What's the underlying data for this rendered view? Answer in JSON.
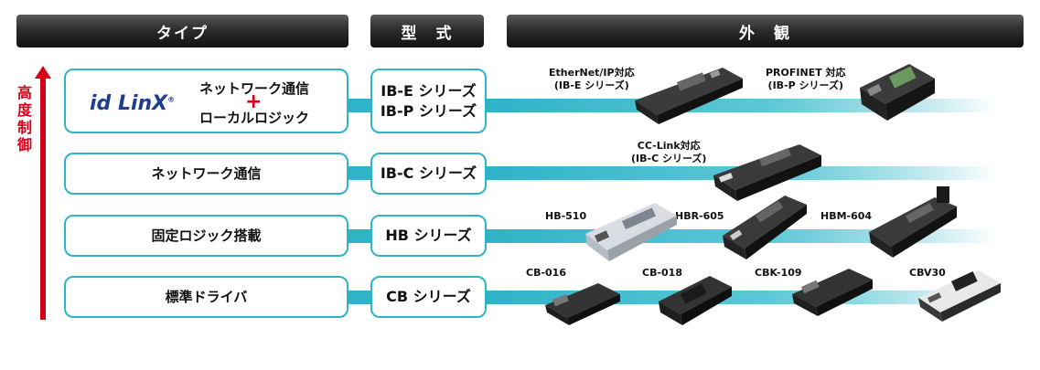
{
  "headers": {
    "type": "タイプ",
    "model": "型　式",
    "appearance": "外　観"
  },
  "axis_label": [
    "高",
    "度",
    "制",
    "御"
  ],
  "colors": {
    "accent": "#2fb3c7",
    "arrow": "#d4001a",
    "header": "#222222"
  },
  "rows": [
    {
      "type_logo": "id LinX",
      "type_logo_mark": "®",
      "type_line1": "ネットワーク通信",
      "type_plus": "+",
      "type_line2": "ローカルロジック",
      "model_line1": "IB-E シリーズ",
      "model_line2": "IB-P シリーズ",
      "devices": [
        {
          "label_line1": "EtherNet/IP対応",
          "label_line2": "(IB-E シリーズ)"
        },
        {
          "label_line1": "PROFINET 対応",
          "label_line2": "(IB-P シリーズ)"
        }
      ]
    },
    {
      "type": "ネットワーク通信",
      "model": "IB-C シリーズ",
      "devices": [
        {
          "label_line1": "CC-Link対応",
          "label_line2": "(IB-C シリーズ)"
        }
      ]
    },
    {
      "type": "固定ロジック搭載",
      "model": "HB シリーズ",
      "devices": [
        {
          "label": "HB-510"
        },
        {
          "label": "HBR-605"
        },
        {
          "label": "HBM-604"
        }
      ]
    },
    {
      "type": "標準ドライバ",
      "model": "CB シリーズ",
      "devices": [
        {
          "label": "CB-016"
        },
        {
          "label": "CB-018"
        },
        {
          "label": "CBK-109"
        },
        {
          "label": "CBV30"
        }
      ]
    }
  ]
}
